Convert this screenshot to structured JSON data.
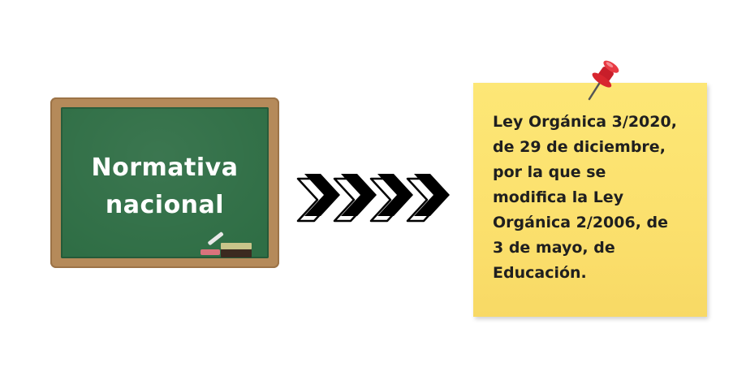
{
  "board": {
    "title_line1": "Normativa",
    "title_line2": "nacional"
  },
  "note": {
    "text": "Ley Orgánica 3/2020,\nde 29 de diciembre,\npor la que se\nmodifica la Ley\nOrgánica 2/2006, de\n3 de mayo, de\nEducación."
  },
  "arrows": {
    "count": 4,
    "icon": "chevron-right-icon"
  },
  "colors": {
    "board_frame": "#b58a5a",
    "board_surface": "#2f6e45",
    "note": "#fbe06d",
    "pin": "#e02b36"
  }
}
